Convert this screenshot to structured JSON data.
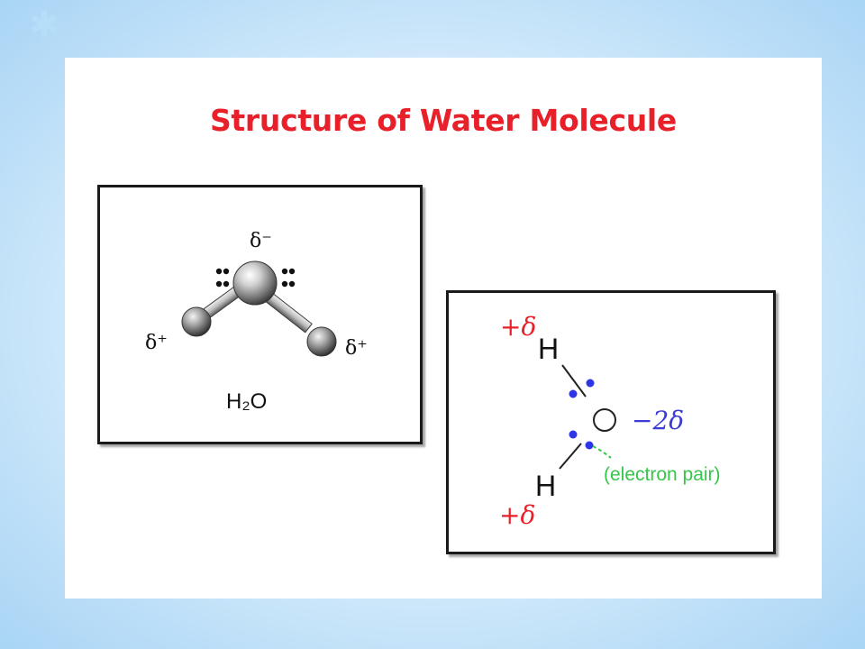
{
  "slide": {
    "title": "Structure of Water Molecule",
    "title_color": "#e8202a"
  },
  "ball_model": {
    "oxygen_charge": "δ⁻",
    "left_hydrogen_charge": "δ⁺",
    "right_hydrogen_charge": "δ⁺",
    "formula": "H₂O"
  },
  "lewis_model": {
    "top_hydrogen_charge": "+δ",
    "top_hydrogen_symbol": "H",
    "oxygen_charge": "−2δ",
    "bottom_hydrogen_symbol": "H",
    "bottom_hydrogen_charge": "+δ",
    "electron_pair_label": "(electron pair)",
    "colors": {
      "charge": "#e8202a",
      "oxygen_charge": "#3b3bd6",
      "electron": "#2f34e6",
      "pointer": "#35c64a"
    }
  },
  "decoration": {
    "star_icon": "✱"
  }
}
